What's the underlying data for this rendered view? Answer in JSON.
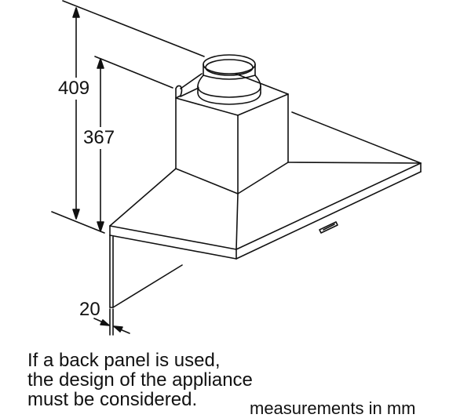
{
  "diagram": {
    "subject": "wall-mounted chimney cooker hood",
    "dimensions": {
      "total_height": "409",
      "hood_height": "367",
      "back_panel_offset": "20"
    },
    "notes": {
      "back_panel_line1": "If a back panel is used,",
      "back_panel_line2": "the design of the appliance",
      "back_panel_line3": "must be considered.",
      "units": "measurements in mm"
    },
    "colors": {
      "line": "#111111",
      "background": "#ffffff"
    }
  }
}
